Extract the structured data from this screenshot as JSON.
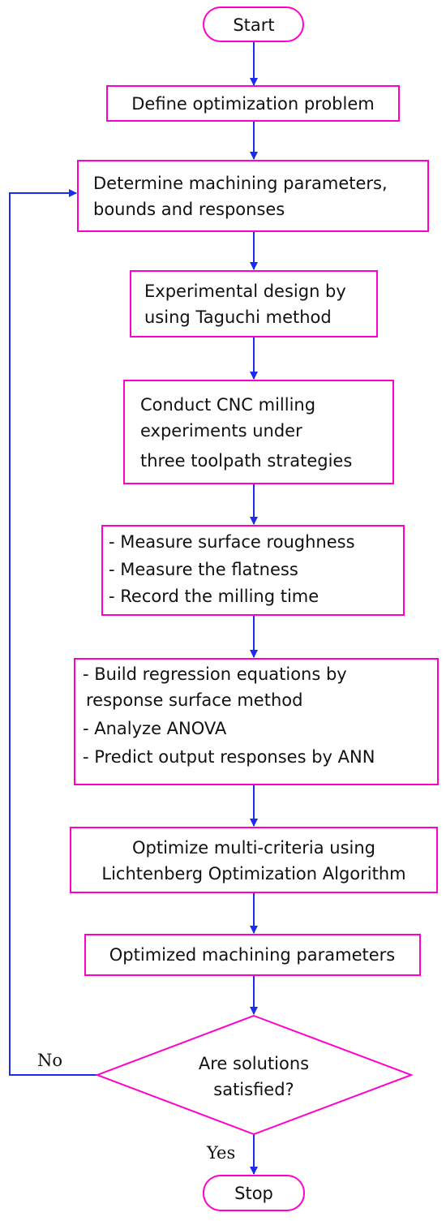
{
  "colors": {
    "box_border": "#ff00cc",
    "arrow": "#1a2cf0",
    "text": "#111111"
  },
  "nodes": {
    "start": {
      "label": "Start"
    },
    "define": {
      "label": "Define optimization problem"
    },
    "determine": {
      "lines": [
        "Determine machining parameters,",
        "bounds and responses"
      ]
    },
    "design": {
      "lines": [
        "Experimental design by",
        "using Taguchi method"
      ]
    },
    "conduct": {
      "lines": [
        "Conduct CNC milling",
        "experiments under",
        "three toolpath strategies"
      ]
    },
    "measure": {
      "lines": [
        "- Measure surface roughness",
        "- Measure the flatness",
        "- Record the milling time"
      ]
    },
    "build": {
      "lines": [
        "- Build regression equations by",
        "response surface method",
        "- Analyze ANOVA",
        "- Predict output responses by ANN"
      ]
    },
    "optimize": {
      "lines": [
        "Optimize multi-criteria using",
        "Lichtenberg Optimization Algorithm"
      ]
    },
    "optimized": {
      "label": "Optimized machining parameters"
    },
    "decision": {
      "lines": [
        "Are solutions",
        "satisfied?"
      ]
    },
    "stop": {
      "label": "Stop"
    }
  },
  "edge_labels": {
    "no": "No",
    "yes": "Yes"
  }
}
